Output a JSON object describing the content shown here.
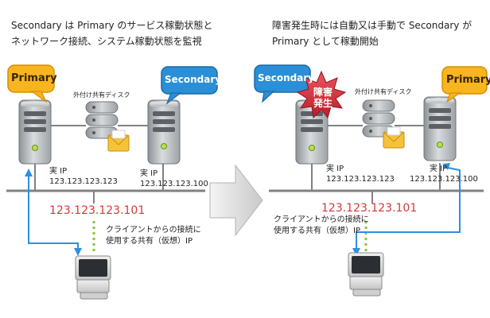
{
  "left": {
    "caption": [
      "Secondary は Primary のサービス稼動状態と",
      "ネットワーク接続、システム稼動状態を監視"
    ],
    "primary_label": "Primary",
    "secondary_label": "Secondary",
    "disk_label": "外付け共有ディスク",
    "ip1_title": "実 IP",
    "ip1_value": "123.123.123.123",
    "ip2_title": "実 IP",
    "ip2_value": "123.123.123.100",
    "vip": "123.123.123.101",
    "client_desc": [
      "クライアントからの接続に",
      "使用する共有（仮想）IP"
    ]
  },
  "right": {
    "caption": [
      "障害発生時には自動又は手動で Secondary が",
      "Primary として稼動開始"
    ],
    "secondary_label": "Secondary",
    "primary_label": "Primary",
    "fault_badge": [
      "障害",
      "発生"
    ],
    "disk_label": "外付け共有ディスク",
    "ip1_title": "実 IP",
    "ip1_value": "123.123.123.123",
    "ip2_title": "実 IP",
    "ip2_value": "123.123.123.100",
    "vip": "123.123.123.101",
    "client_desc": [
      "クライアントからの接続に",
      "使用する共有（仮想）IP"
    ]
  },
  "colors": {
    "primary_bubble": "#f7b51e",
    "secondary_bubble": "#2a8fd6",
    "vip_text": "#d23a3a",
    "link_line": "#2f8fe0",
    "fault_burst": "#d92d3b"
  }
}
